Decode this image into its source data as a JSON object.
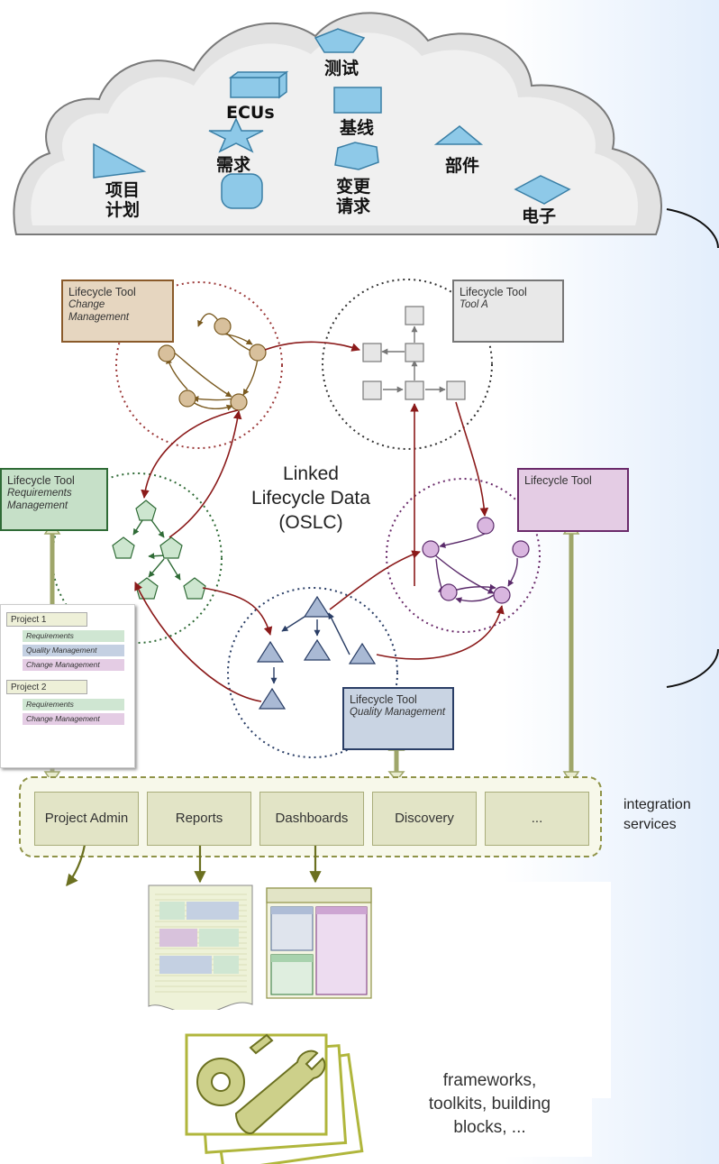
{
  "cloud": {
    "labels": {
      "test": "测试",
      "ecus": "ECUs",
      "baseline": "基线",
      "requirement": "需求",
      "component": "部件",
      "project_plan_line1": "项目",
      "project_plan_line2": "计划",
      "change_request_line1": "变更",
      "change_request_line2": "请求",
      "electronics": "电子"
    }
  },
  "tools": {
    "change": {
      "title": "Lifecycle Tool",
      "subtitle": "Change Management",
      "color": "#e6d6c0",
      "border": "#8a5a2a"
    },
    "toolA": {
      "title": "Lifecycle Tool",
      "subtitle": "Tool A",
      "color": "#e8e8e8",
      "border": "#777777"
    },
    "requirements": {
      "title": "Lifecycle Tool",
      "subtitle": "Requirements Management",
      "color": "#c6e0c8",
      "border": "#2f6b36"
    },
    "purple": {
      "title": "Lifecycle Tool",
      "subtitle": "",
      "color": "#e4cce4",
      "border": "#6a2a6a"
    },
    "quality": {
      "title": "Lifecycle Tool",
      "subtitle": "Quality Management",
      "color": "#c9d4e3",
      "border": "#2a3e66"
    }
  },
  "center": {
    "line1": "Linked",
    "line2": "Lifecycle Data",
    "line3": "(OSLC)"
  },
  "services": {
    "items": [
      "Project Admin",
      "Reports",
      "Dashboards",
      "Discovery",
      "..."
    ],
    "side_label_line1": "integration",
    "side_label_line2": "services"
  },
  "project_panel": {
    "project1": "Project 1",
    "project1_items": [
      "Requirements",
      "Quality Management",
      "Change Management"
    ],
    "project2": "Project 2",
    "project2_items": [
      "Requirements",
      "Change Management"
    ]
  },
  "frameworks": {
    "line1": "frameworks,",
    "line2": "toolkits, building",
    "line3": "blocks, ..."
  },
  "colors": {
    "link_arrow": "#8b1a1a",
    "service_fill": "#e2e4c6",
    "service_border": "#8f9348"
  }
}
